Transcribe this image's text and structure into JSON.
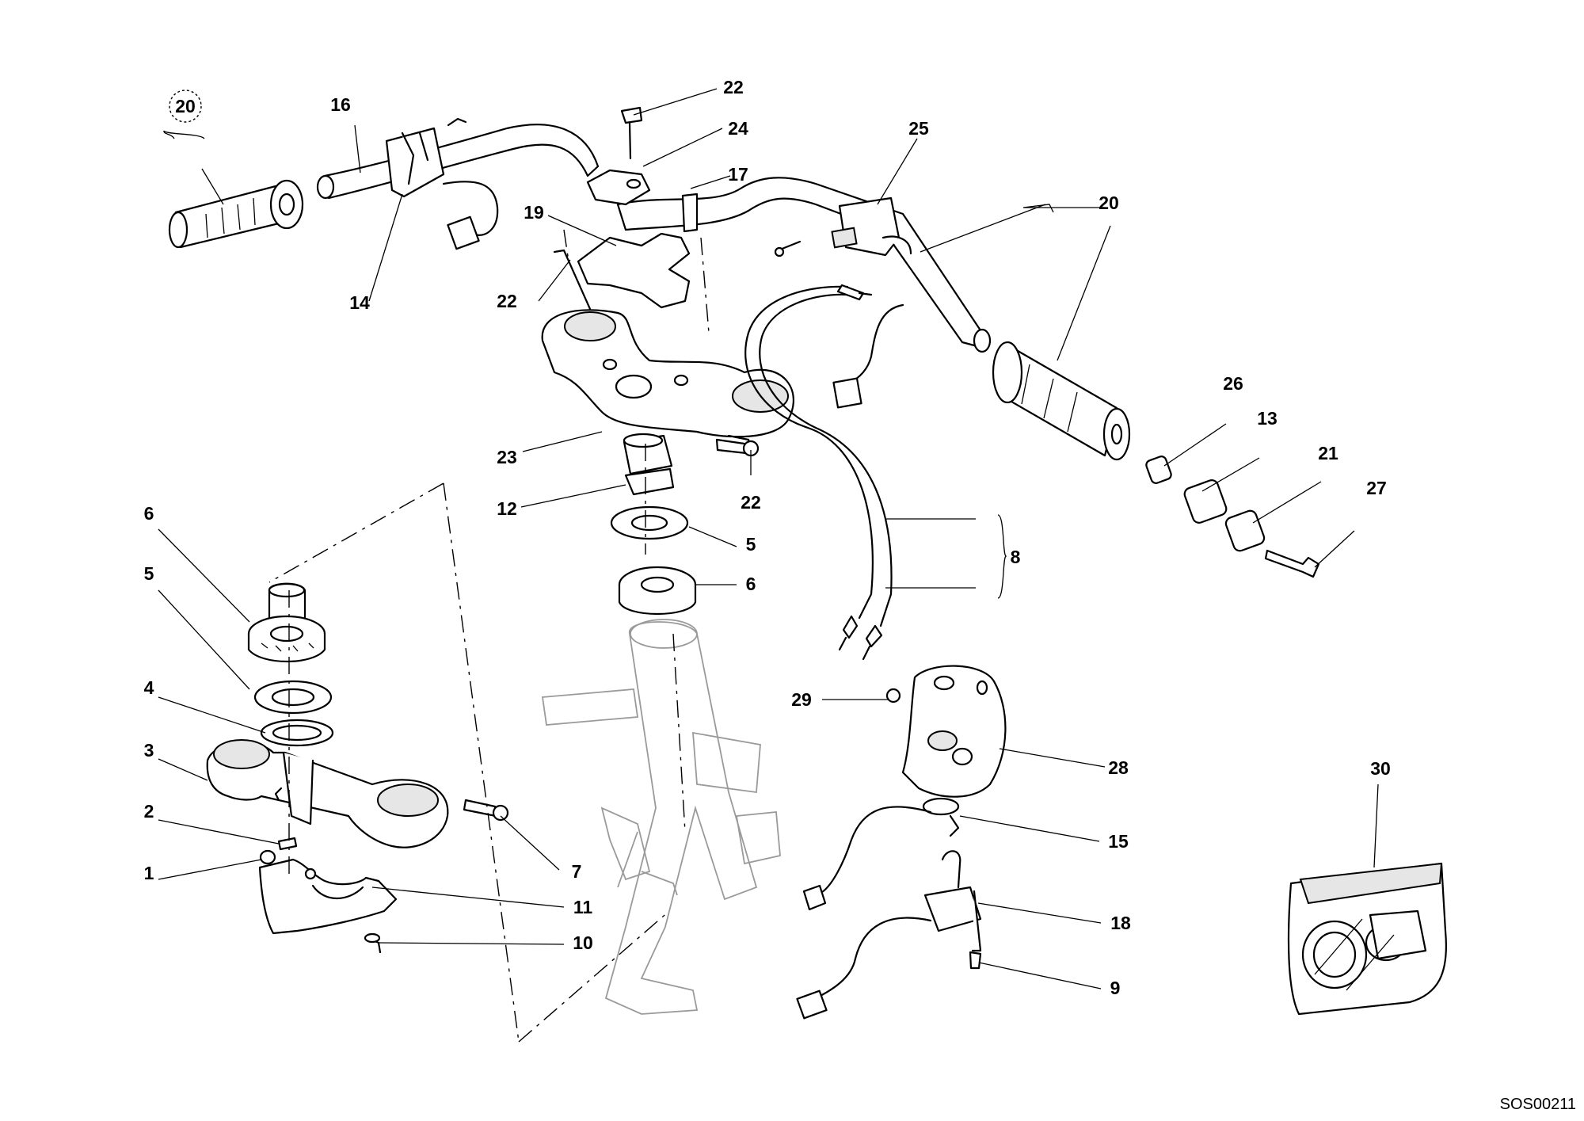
{
  "diagram": {
    "drawing_code": "SOS00211",
    "callouts": {
      "c20_left": "20",
      "c16": "16",
      "c14": "14",
      "c22_top": "22",
      "c24": "24",
      "c17": "17",
      "c19": "19",
      "c22_mid": "22",
      "c25": "25",
      "c20_right": "20",
      "c23": "23",
      "c22_bolt": "22",
      "c12": "12",
      "c5_center": "5",
      "c6_center": "6",
      "c8": "8",
      "c26": "26",
      "c13": "13",
      "c21": "21",
      "c27": "27",
      "c6_left": "6",
      "c5_left": "5",
      "c4": "4",
      "c3": "3",
      "c2": "2",
      "c1": "1",
      "c7": "7",
      "c11": "11",
      "c10": "10",
      "c29": "29",
      "c28": "28",
      "c15": "15",
      "c18": "18",
      "c9": "9",
      "c30": "30"
    }
  }
}
